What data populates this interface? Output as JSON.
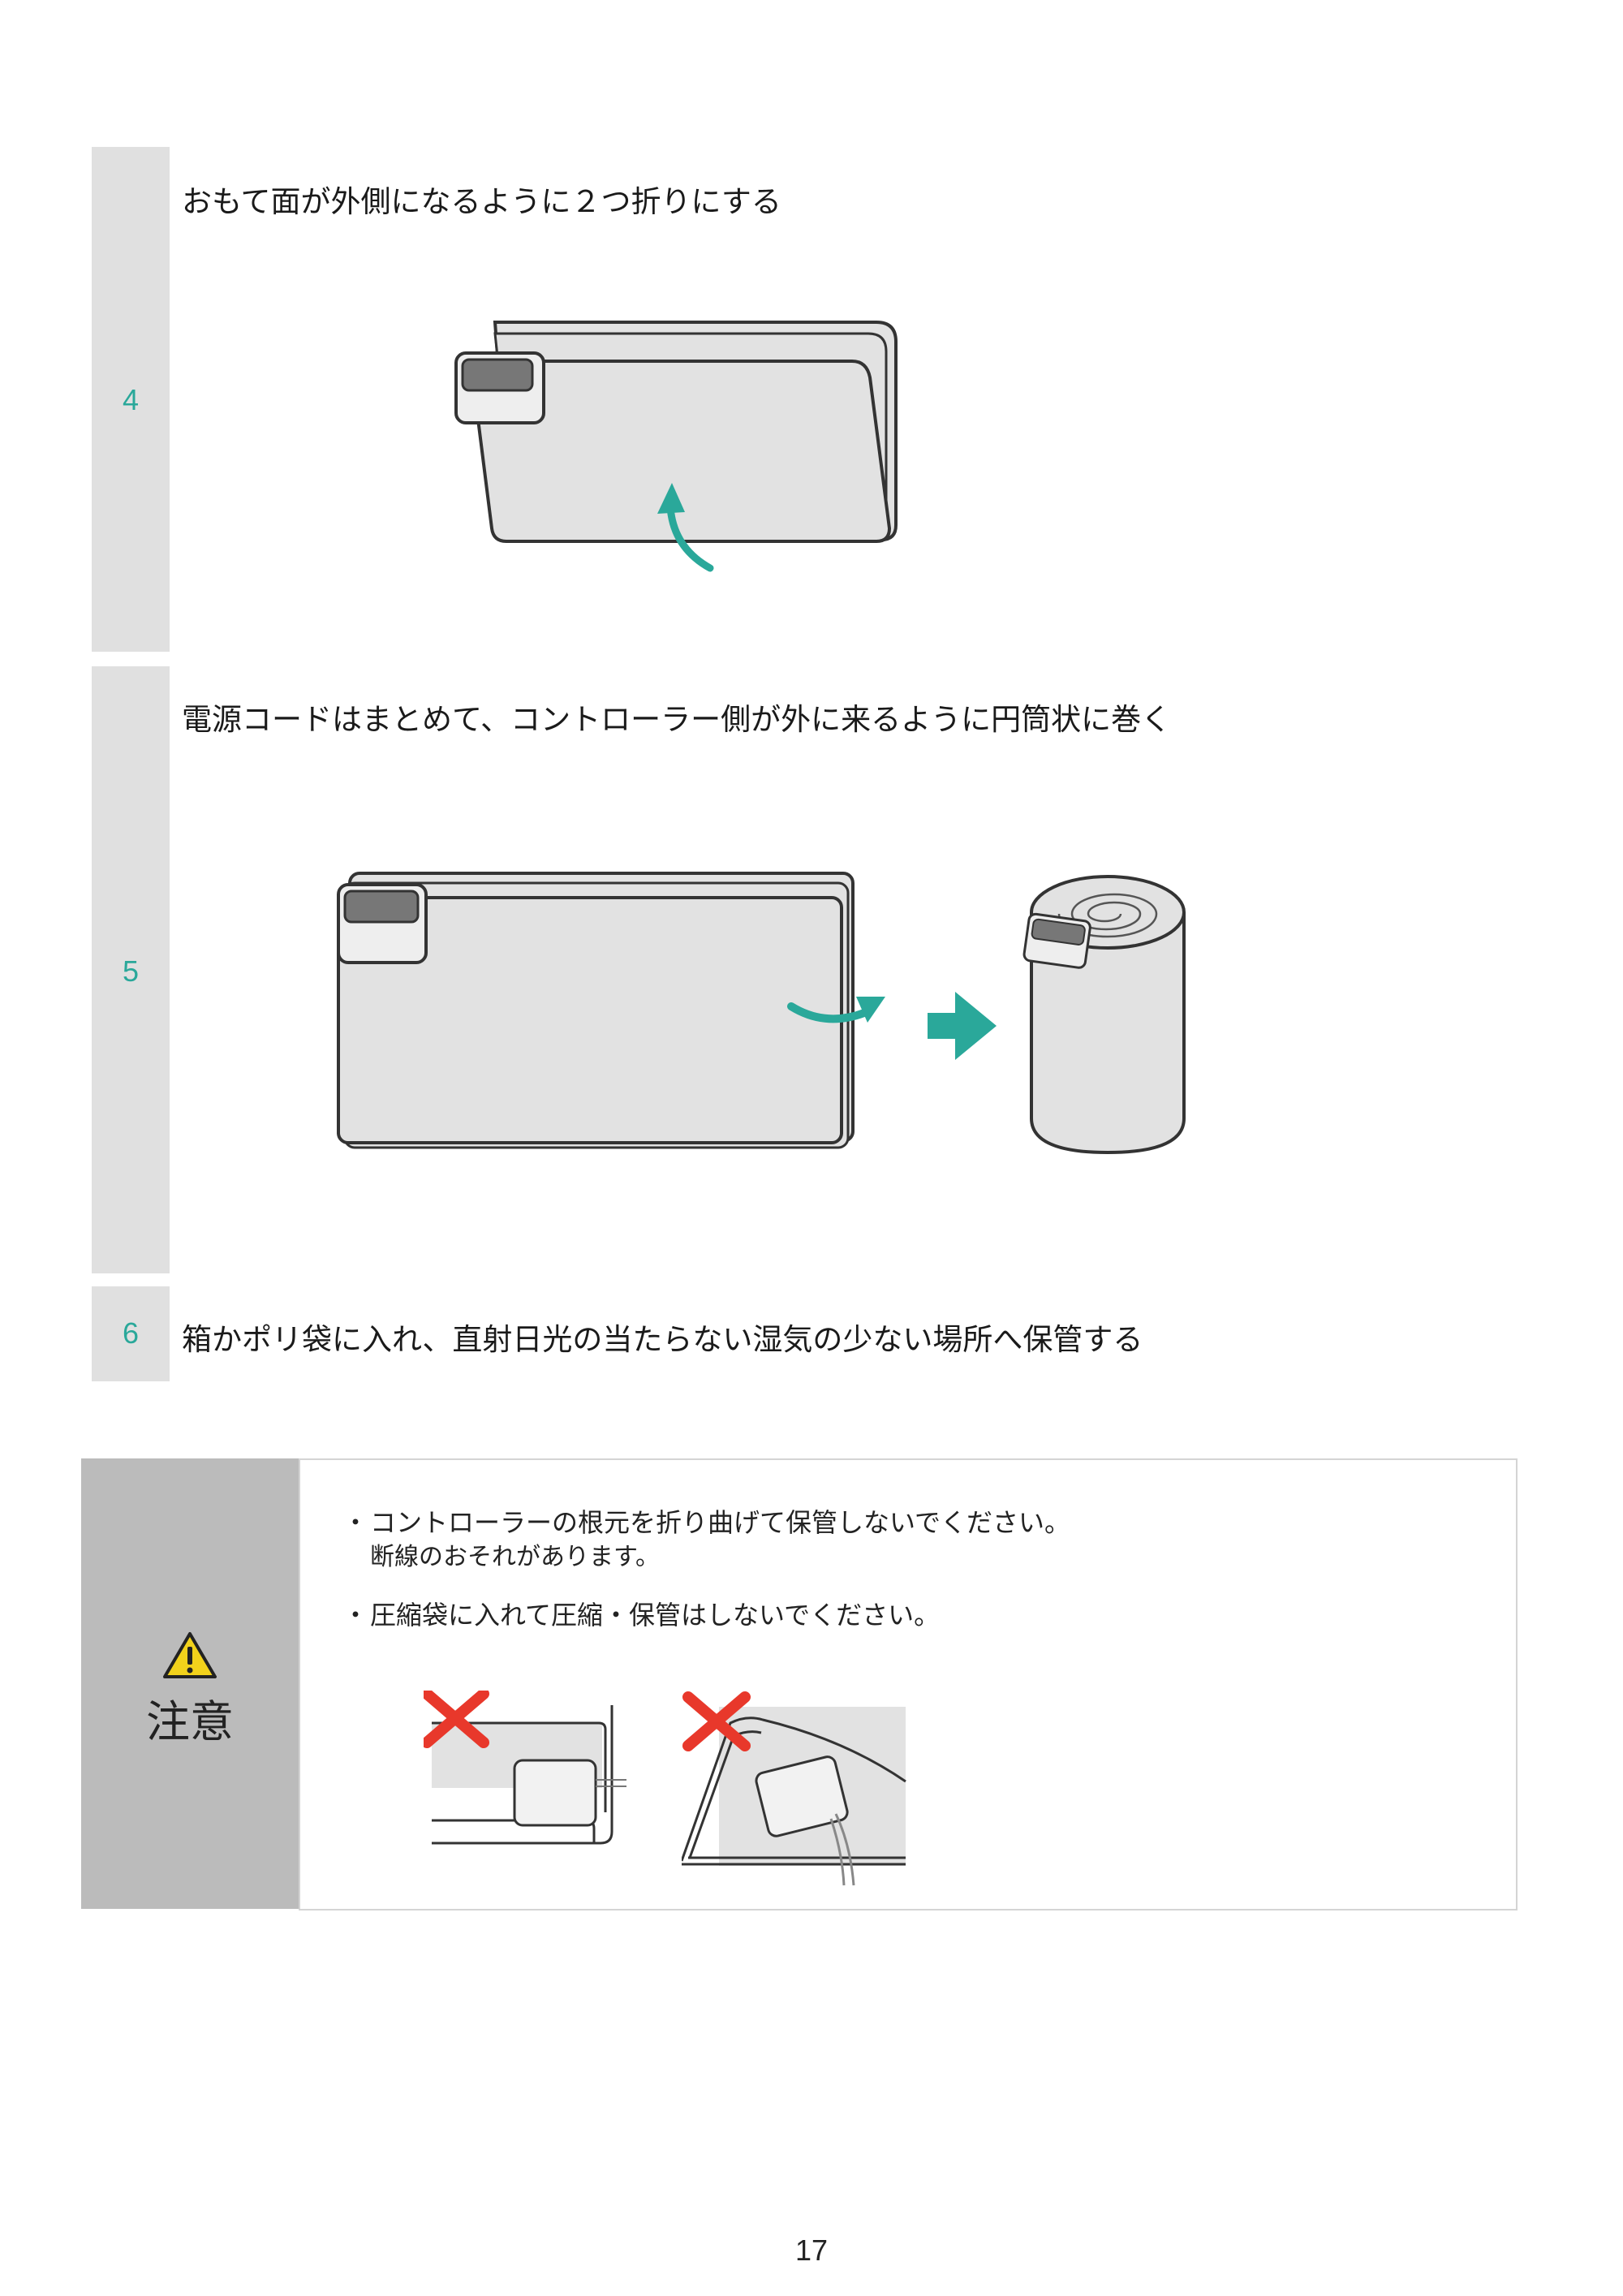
{
  "steps": [
    {
      "number": "4",
      "text": "おもて面が外側になるように２つ折りにする"
    },
    {
      "number": "5",
      "text": "電源コードはまとめて、コントローラー側が外に来るように円筒状に巻く"
    },
    {
      "number": "6",
      "text": "箱かポリ袋に入れ、直射日光の当たらない湿気の少ない場所へ保管する"
    }
  ],
  "caution": {
    "label": "注意",
    "bullet_symbol": "・",
    "items": [
      {
        "text": "コントローラーの根元を折り曲げて保管しないでください。",
        "subtext": "断線のおそれがあります。"
      },
      {
        "text": "圧縮袋に入れて圧縮・保管はしないでください。"
      }
    ]
  },
  "page_number": "17",
  "colors": {
    "accent_teal": "#2aa89a",
    "step_rail_gray": "#e0e0e0",
    "caution_gray": "#bbbbbb",
    "warning_yellow": "#f2d21b",
    "cross_red": "#e8382b",
    "pad_gray": "#e2e2e2",
    "outline": "#333333"
  },
  "icons": [
    "curved-arrow-icon",
    "right-arrow-icon",
    "warning-triangle-icon",
    "cross-mark-icon"
  ]
}
